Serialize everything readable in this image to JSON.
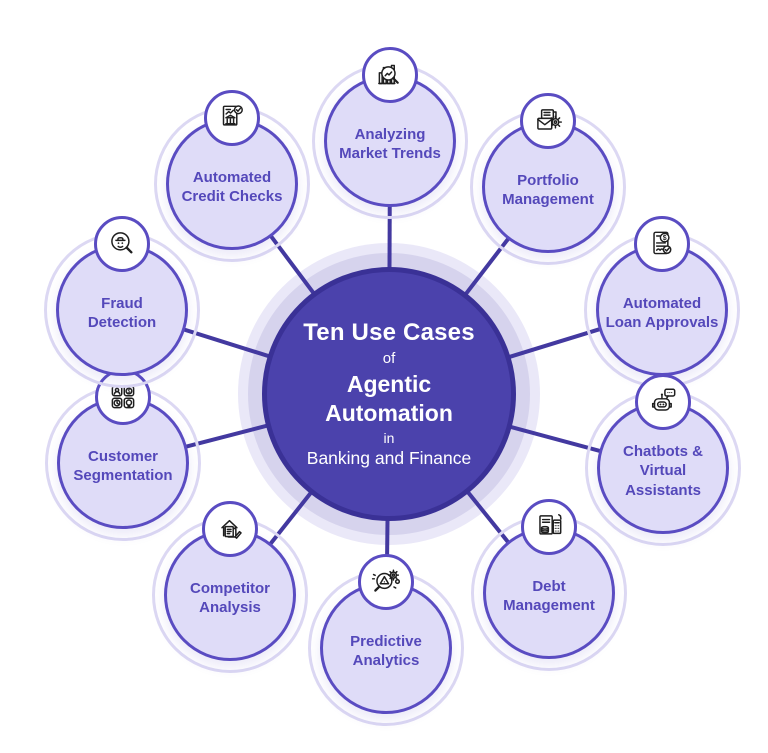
{
  "center": {
    "line1": "Ten Use Cases",
    "line2": "of",
    "line3": "Agentic",
    "line4": "Automation",
    "line5": "in",
    "line6": "Banking and Finance"
  },
  "nodes": [
    {
      "id": "analyzing-market-trends",
      "label": "Analyzing Market Trends",
      "icon": "market-trends-chart-magnifier-icon"
    },
    {
      "id": "portfolio-management",
      "label": "Portfolio Management",
      "icon": "documents-envelope-gear-icon"
    },
    {
      "id": "automated-loan-approvals",
      "label": "Automated Loan Approvals",
      "icon": "loan-document-dollar-check-icon"
    },
    {
      "id": "chatbots-virtual-assistants",
      "label": "Chatbots & Virtual Assistants",
      "icon": "chatbot-robot-speech-icon"
    },
    {
      "id": "debt-management",
      "label": "Debt Management",
      "icon": "invoice-calculator-coins-icon"
    },
    {
      "id": "predictive-analytics",
      "label": "Predictive Analytics",
      "icon": "magnifier-gears-analytics-icon"
    },
    {
      "id": "competitor-analysis",
      "label": "Competitor Analysis",
      "icon": "house-documents-pencil-icon"
    },
    {
      "id": "customer-segmentation",
      "label": "Customer Segmentation",
      "icon": "segmentation-grid-icon"
    },
    {
      "id": "fraud-detection",
      "label": "Fraud Detection",
      "icon": "spy-magnifier-icon"
    },
    {
      "id": "automated-credit-checks",
      "label": "Automated Credit Checks",
      "icon": "credit-report-check-icon"
    }
  ],
  "colors": {
    "center_fill": "#4b42ac",
    "center_border": "#3a3196",
    "center_text": "#ffffff",
    "halo_inner": "#d6d3ed",
    "halo_outer": "#eae8f8",
    "node_fill": "#dfdcf8",
    "node_border": "#5a4cc2",
    "node_ghost_ring": "#dcd8f3",
    "label_text": "#5448ba",
    "connector": "#4339a0",
    "icon_stroke": "#1f1f1f",
    "icon_bg": "#ffffff"
  }
}
